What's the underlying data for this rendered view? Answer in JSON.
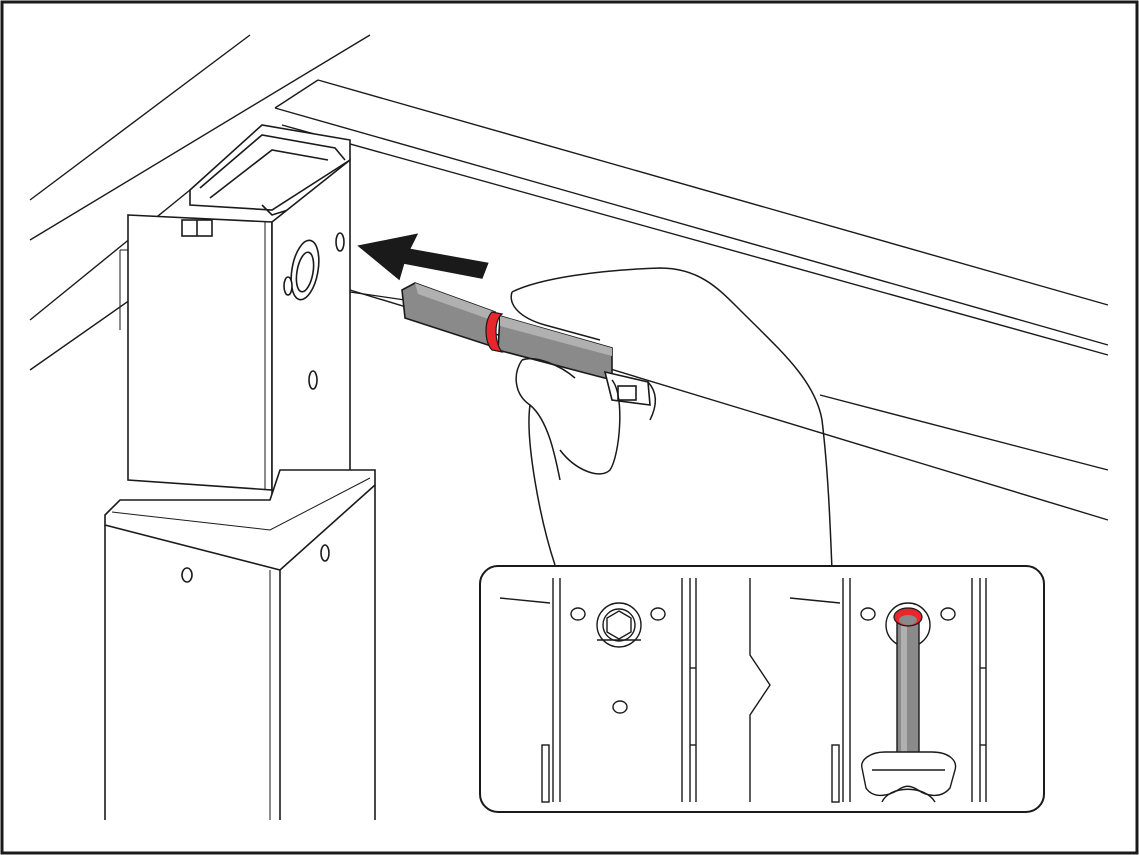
{
  "figure": {
    "stroke_color": "#1a1a1a",
    "background_color": "#ffffff",
    "accent_ring_color": "#e8262b",
    "tool_fill_color": "#8a8a8a",
    "tool_highlight_color": "#b0b0b0",
    "arrow_color": "#1a1a1a",
    "main_panel": {
      "description_icon": "table-leg-with-hex-key-insertion"
    },
    "inset_panel": {
      "left_view_icon": "socket-without-key",
      "right_view_icon": "socket-with-key-inserted"
    }
  }
}
